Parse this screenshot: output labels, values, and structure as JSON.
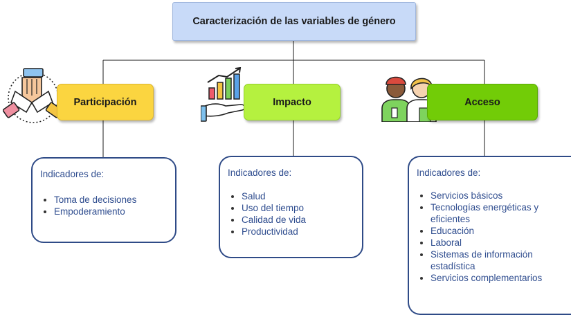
{
  "root": {
    "title": "Caracterización de las variables de género"
  },
  "categories": [
    {
      "label": "Participación",
      "color": "#fbd540",
      "icon": "hands-together-icon",
      "indicators_title": "Indicadores de:",
      "indicators": [
        "Toma de decisiones",
        "Empoderamiento"
      ]
    },
    {
      "label": "Impacto",
      "color": "#b5f13f",
      "icon": "hand-growth-chart-icon",
      "indicators_title": "Indicadores de:",
      "indicators": [
        "Salud",
        "Uso del tiempo",
        "Calidad de vida",
        "Productividad"
      ]
    },
    {
      "label": "Acceso",
      "color": "#72cc07",
      "icon": "two-people-icon",
      "indicators_title": "Indicadores de:",
      "indicators": [
        "Servicios básicos",
        "Tecnologías energéticas y eficientes",
        "Educación",
        "Laboral",
        "Sistemas de información estadística",
        "Servicios complementarios"
      ]
    }
  ],
  "colors": {
    "root_fill": "#c8daf8",
    "indicator_border": "#2f4b87",
    "indicator_text": "#2f4d8f"
  }
}
